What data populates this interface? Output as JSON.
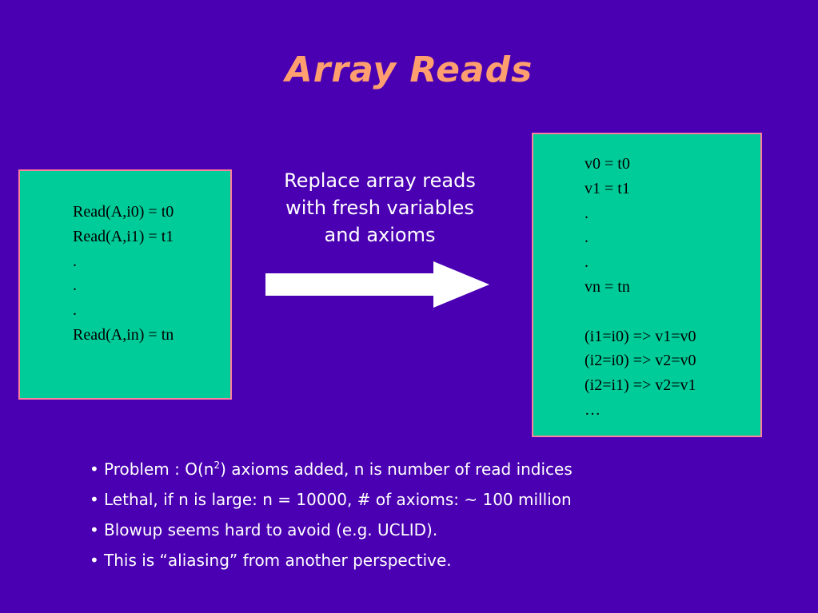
{
  "title": "Array Reads",
  "left_box": {
    "lines": [
      "Read(A,i0) = t0",
      "Read(A,i1) = t1",
      ".",
      ".",
      ".",
      "Read(A,in) = tn"
    ]
  },
  "caption": {
    "lines": [
      "Replace array reads",
      "with fresh variables",
      "and axioms"
    ]
  },
  "right_box": {
    "lines": [
      "v0 = t0",
      "v1 = t1",
      ".",
      ".",
      ".",
      "vn = tn",
      "",
      "(i1=i0) => v1=v0",
      "(i2=i0) => v2=v0",
      "(i2=i1) => v2=v1",
      "…"
    ]
  },
  "bullets": {
    "b1_prefix": "Problem : O(n",
    "b1_sup": "2",
    "b1_suffix": ") axioms added, n is number of read indices",
    "b2": "Lethal, if n is large: n = 10000, # of axioms: ~ 100 million",
    "b3": "Blowup seems hard to avoid (e.g. UCLID).",
    "b4": "This is “aliasing” from another perspective."
  },
  "colors": {
    "background": "#4a00b2",
    "title": "#ff9f70",
    "box_fill": "#00cc99",
    "box_border": "#ff7f9c",
    "text": "#ffffff"
  },
  "icons": {
    "arrow": "right-arrow-icon"
  }
}
